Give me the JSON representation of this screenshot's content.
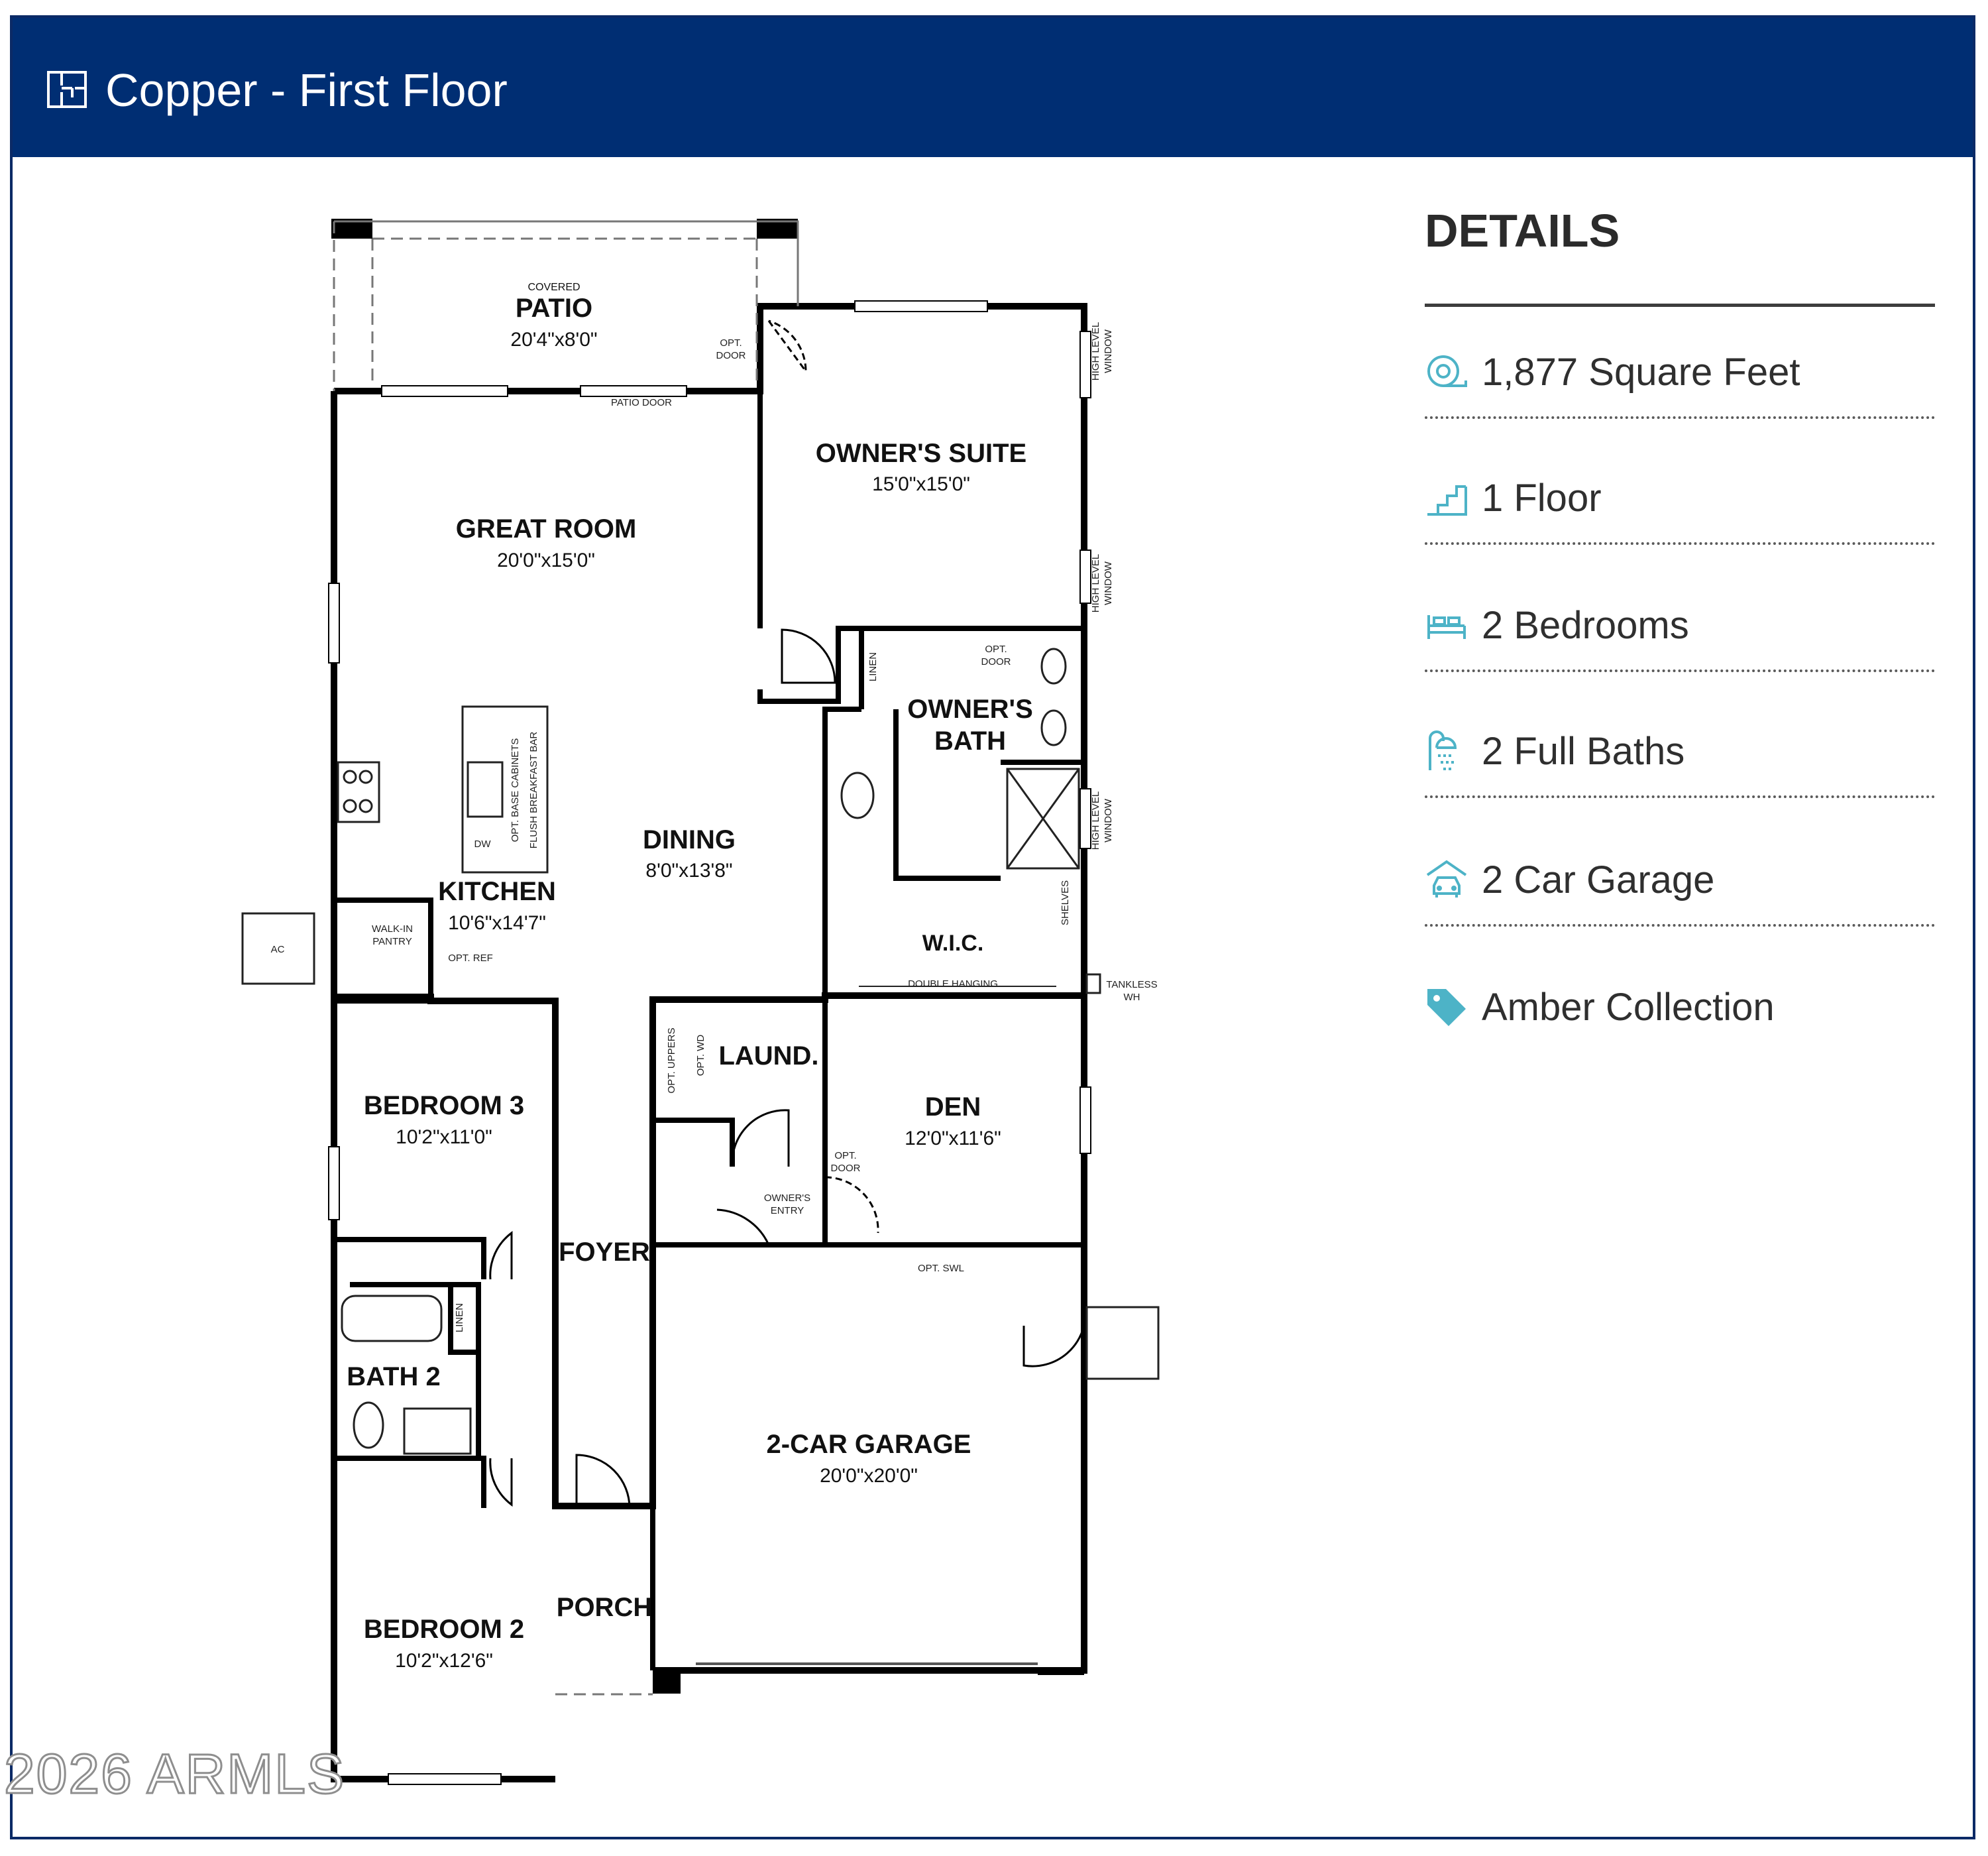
{
  "header": {
    "title": "Copper - First Floor",
    "icon": "floor-plan-icon",
    "background": "#002e73"
  },
  "details": {
    "heading": "DETAILS",
    "items": [
      {
        "icon": "measuring-tape-icon",
        "label": "1,877 Square Feet"
      },
      {
        "icon": "stairs-icon",
        "label": "1 Floor"
      },
      {
        "icon": "bed-icon",
        "label": "2 Bedrooms"
      },
      {
        "icon": "shower-icon",
        "label": "2 Full Baths"
      },
      {
        "icon": "car-garage-icon",
        "label": "2 Car Garage"
      },
      {
        "icon": "tag-icon",
        "label": "Amber Collection"
      }
    ],
    "icon_color": "#4db3c7"
  },
  "plan": {
    "rooms": {
      "patio": {
        "prefix": "COVERED",
        "name": "PATIO",
        "dims": "20'4\"x8'0\""
      },
      "owners_suite": {
        "name": "OWNER'S SUITE",
        "dims": "15'0\"x15'0\""
      },
      "great_room": {
        "name": "GREAT ROOM",
        "dims": "20'0\"x15'0\""
      },
      "owners_bath": {
        "name_line1": "OWNER'S",
        "name_line2": "BATH"
      },
      "dining": {
        "name": "DINING",
        "dims": "8'0\"x13'8\""
      },
      "kitchen": {
        "name": "KITCHEN",
        "dims": "10'6\"x14'7\""
      },
      "wic": {
        "name": "W.I.C."
      },
      "bedroom3": {
        "name": "BEDROOM 3",
        "dims": "10'2\"x11'0\""
      },
      "laundry": {
        "name": "LAUND."
      },
      "den": {
        "name": "DEN",
        "dims": "12'0\"x11'6\""
      },
      "foyer": {
        "name": "FOYER"
      },
      "bath2": {
        "name": "BATH 2"
      },
      "garage": {
        "name": "2-CAR GARAGE",
        "dims": "20'0\"x20'0\""
      },
      "porch": {
        "name": "PORCH"
      },
      "bedroom2": {
        "name": "BEDROOM 2",
        "dims": "10'2\"x12'6\""
      }
    },
    "notes": {
      "patio_door": "PATIO DOOR",
      "opt_door_patio": [
        "OPT.",
        "DOOR"
      ],
      "high_window_1": [
        "HIGH LEVEL",
        "WINDOW"
      ],
      "high_window_2": [
        "HIGH LEVEL",
        "WINDOW"
      ],
      "high_window_3": [
        "HIGH LEVEL",
        "WINDOW"
      ],
      "linen_owner": "LINEN",
      "opt_door_bath": [
        "OPT.",
        "DOOR"
      ],
      "opt_base_cabinets": "OPT. BASE CABINETS",
      "flush_breakfast_bar": "FLUSH BREAKFAST BAR",
      "dw": "DW",
      "walk_in_pantry": [
        "WALK-IN",
        "PANTRY"
      ],
      "opt_ref": "OPT. REF",
      "ac": "AC",
      "shelves": "SHELVES",
      "double_hanging": "DOUBLE HANGING",
      "tankless_wh": [
        "TANKLESS",
        "WH"
      ],
      "opt_uppers": "OPT. UPPERS",
      "opt_wd": "OPT. WD",
      "opt_door_den": [
        "OPT.",
        "DOOR"
      ],
      "owners_entry": [
        "OWNER'S",
        "ENTRY"
      ],
      "opt_swl": "OPT. SWL",
      "linen_bath2": "LINEN"
    }
  },
  "watermark": "2026 ARMLS"
}
